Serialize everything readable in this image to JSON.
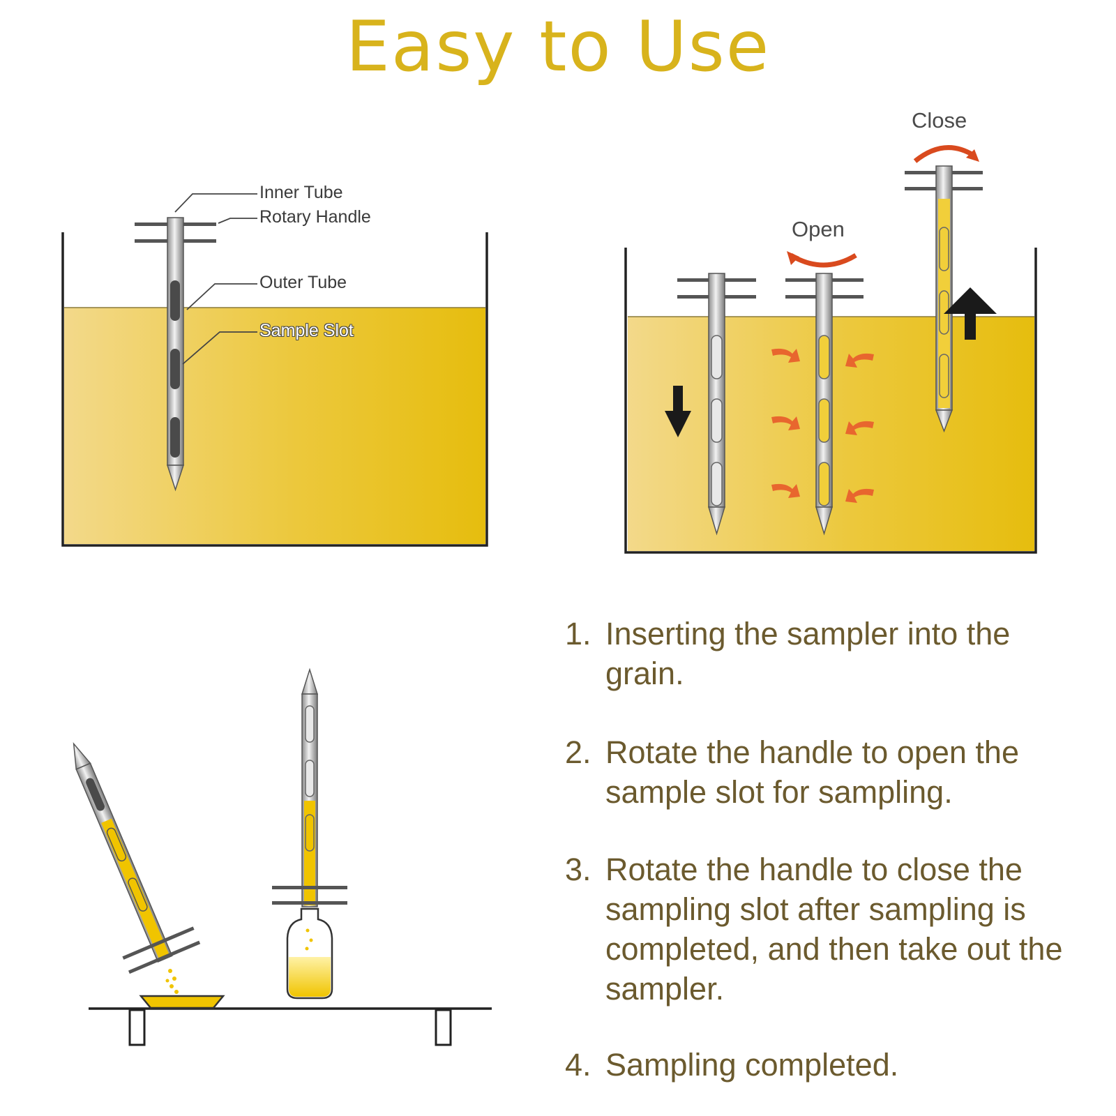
{
  "title": "Easy to Use",
  "labels": {
    "inner_tube": "Inner Tube",
    "rotary_handle": "Rotary Handle",
    "outer_tube": "Outer Tube",
    "sample_slot": "Sample Slot"
  },
  "states": {
    "open": "Open",
    "close": "Close"
  },
  "steps": [
    {
      "num": "1.",
      "text": "Inserting the sampler into the grain."
    },
    {
      "num": "2.",
      "text": "Rotate the handle to open the sample slot for sampling."
    },
    {
      "num": "3.",
      "text": "Rotate the handle to close the sampling slot after sampling is completed, and then take out the sampler."
    },
    {
      "num": "4.",
      "text": "Sampling completed."
    }
  ],
  "colors": {
    "title": "#d8b31c",
    "grain": "#e8c22c",
    "step_text": "#6b5a2e",
    "arrow_red": "#e25a2a"
  }
}
